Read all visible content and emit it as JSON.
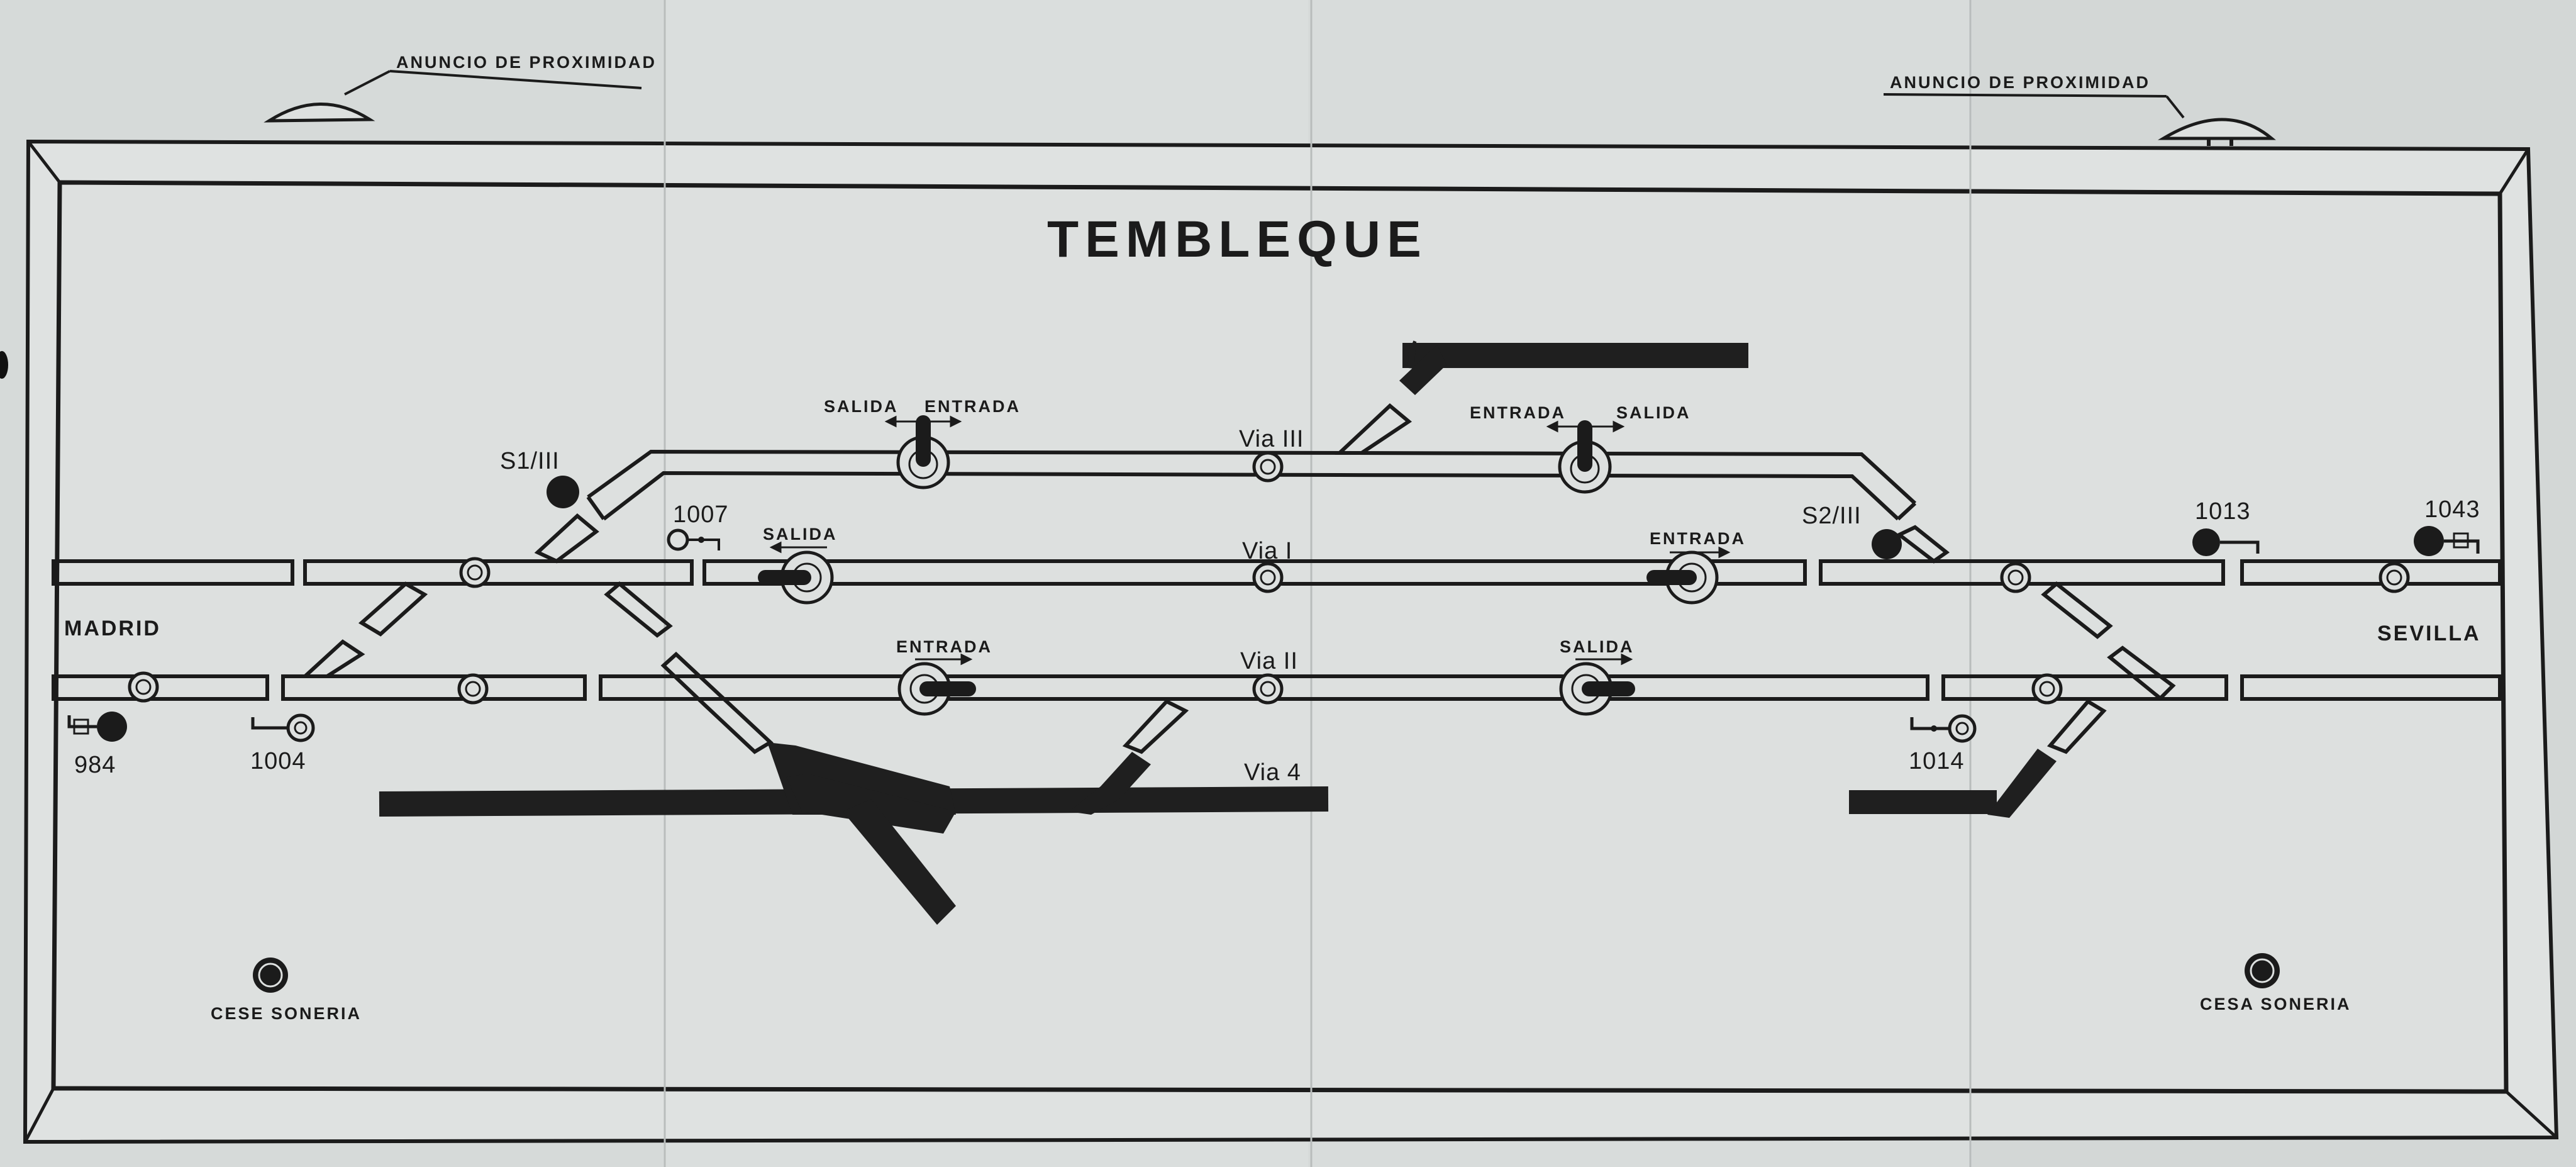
{
  "title": "TEMBLEQUE",
  "approach_left": "ANUNCIO DE PROXIMIDAD",
  "approach_right": "ANUNCIO DE PROXIMIDAD",
  "ends": {
    "left": "MADRID",
    "right": "SEVILLA"
  },
  "tracks": {
    "via_iii": "Via III",
    "via_i": "Via I",
    "via_ii": "Via II",
    "via_4": "Via 4"
  },
  "signals": {
    "s1_iii": "S1/III",
    "s2_iii": "S2/III",
    "s1007": "1007",
    "s1013": "1013",
    "s1043": "1043",
    "s984": "984",
    "s1004": "1004",
    "s1014": "1014"
  },
  "levers": {
    "via3_left": {
      "left": "SALIDA",
      "right": "ENTRADA"
    },
    "via3_right": {
      "left": "ENTRADA",
      "right": "SALIDA"
    },
    "via1_left": "SALIDA",
    "via1_right": "ENTRADA",
    "via2_left": "ENTRADA",
    "via2_right": "SALIDA"
  },
  "bell_left": "CESE SONERIA",
  "bell_right": "CESA SONERIA",
  "colors": {
    "panel": "#dde0df",
    "ink": "#1b1b1b"
  }
}
